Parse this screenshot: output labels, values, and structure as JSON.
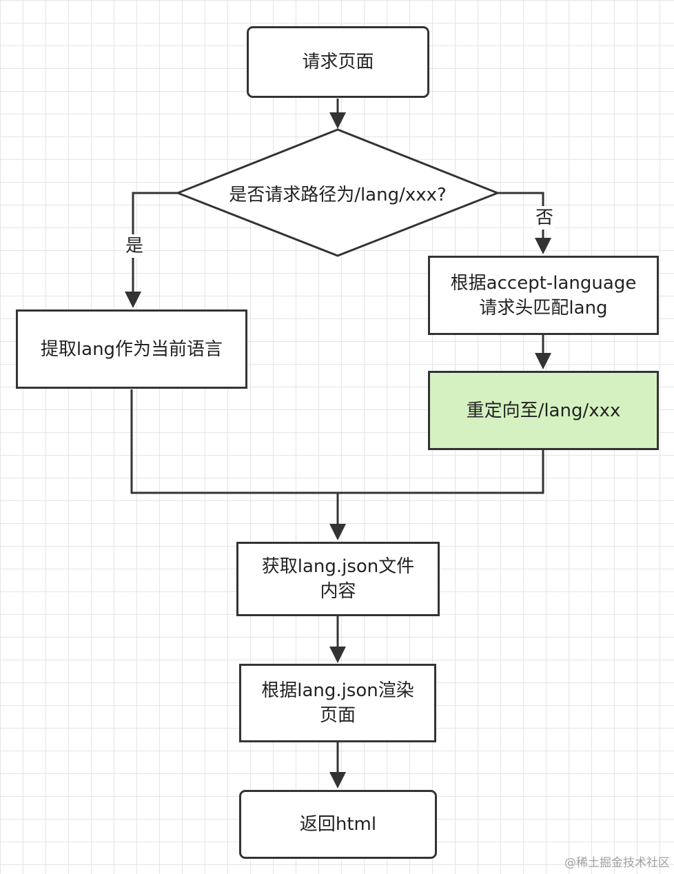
{
  "diagram": {
    "type": "flowchart",
    "nodes": {
      "request_page": "请求页面",
      "decision": "是否请求路径为/lang/xxx?",
      "extract_lang": "提取lang作为当前语言",
      "match_header": "根据accept-language请求头匹配lang",
      "redirect": "重定向至/lang/xxx",
      "get_json": "获取lang.json文件内容",
      "render": "根据lang.json渲染页面",
      "return_html": "返回html"
    },
    "edge_labels": {
      "yes": "是",
      "no": "否"
    },
    "colors": {
      "stroke": "#333333",
      "redirect_fill": "#d5f1c1",
      "grid": "#e4e4e4"
    }
  },
  "watermark": "@稀土掘金技术社区"
}
